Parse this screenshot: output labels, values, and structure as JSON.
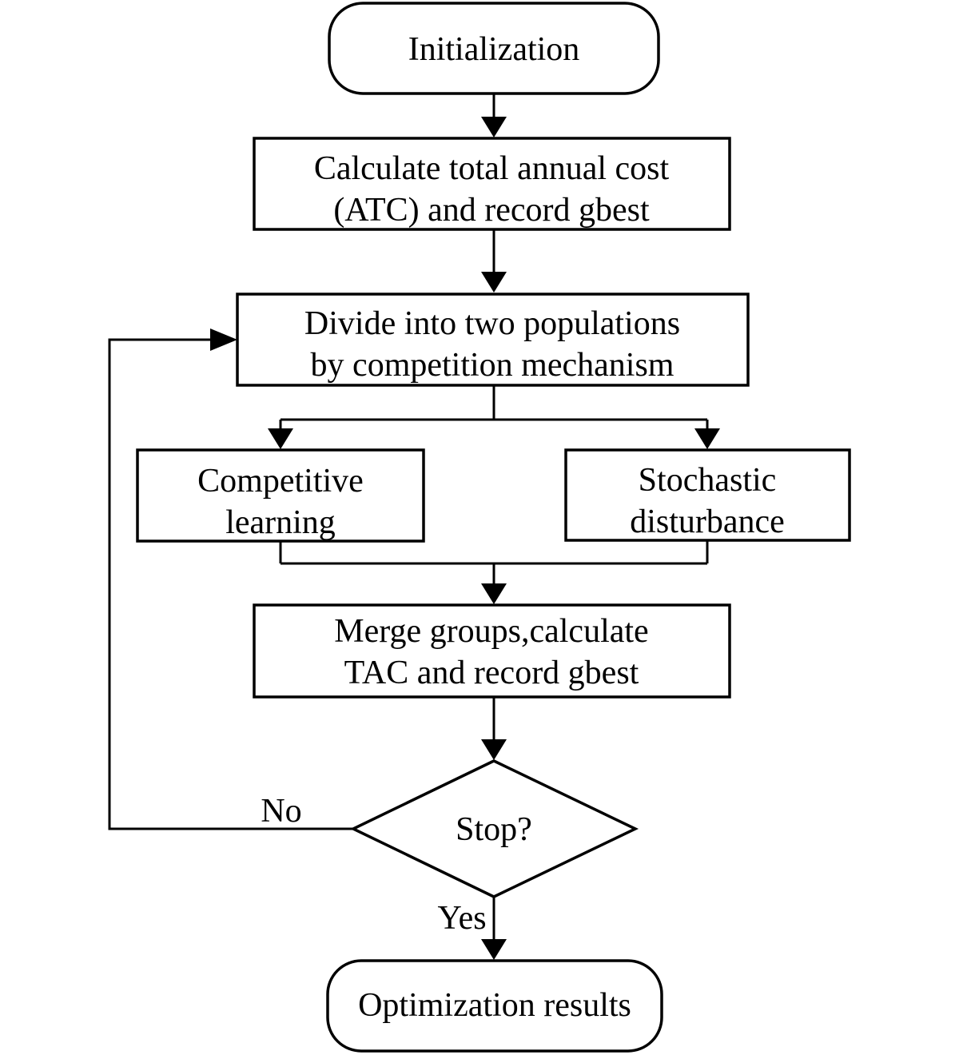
{
  "diagram": {
    "type": "flowchart",
    "background_color": "#ffffff",
    "stroke_color": "#000000",
    "nodes": {
      "init": {
        "shape": "terminator",
        "label": "Initialization"
      },
      "calc": {
        "shape": "process",
        "line1": "Calculate total annual cost",
        "line2": "(ATC) and record gbest"
      },
      "divide": {
        "shape": "process",
        "line1": "Divide into two populations",
        "line2": "by competition mechanism"
      },
      "competitive": {
        "shape": "process",
        "line1": "Competitive",
        "line2": "learning"
      },
      "stochastic": {
        "shape": "process",
        "line1": "Stochastic",
        "line2": "disturbance"
      },
      "merge": {
        "shape": "process",
        "line1": "Merge groups,calculate",
        "line2": "TAC and record gbest"
      },
      "stop": {
        "shape": "decision",
        "label": "Stop?"
      },
      "result": {
        "shape": "terminator",
        "label": "Optimization results"
      }
    },
    "branch_labels": {
      "no": "No",
      "yes": "Yes"
    }
  }
}
